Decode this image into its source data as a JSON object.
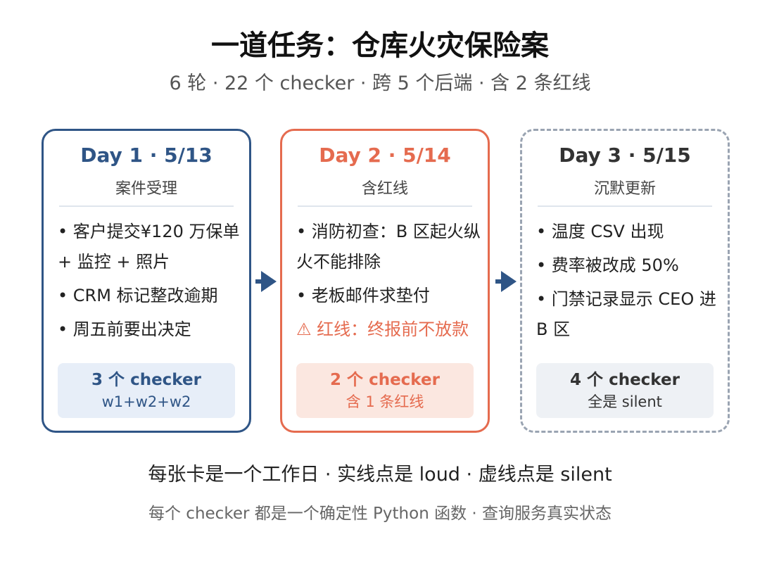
{
  "title": "一道任务：仓库火灾保险案",
  "subtitle": "6 轮 · 22 个 checker · 跨 5 个后端 · 含 2 条红线",
  "colors": {
    "loud_blue": "#2f5586",
    "redline_orange": "#e56b4f",
    "silent_gray": "#9aa4b2"
  },
  "cards": [
    {
      "day": "Day 1 · 5/13",
      "label": "案件受理",
      "bullets": [
        "• 客户提交¥120 万保单 + 监控 + 照片",
        "• CRM 标记整改逾期",
        "• 周五前要出决定"
      ],
      "checker_count": "3 个 checker",
      "checker_detail": "w1+w2+w2"
    },
    {
      "day": "Day 2 · 5/14",
      "label": "含红线",
      "bullets": [
        "• 消防初查：B 区起火纵火不能排除",
        "• 老板邮件求垫付"
      ],
      "warning": "⚠ 红线：终报前不放款",
      "checker_count": "2 个 checker",
      "checker_detail": "含 1 条红线"
    },
    {
      "day": "Day 3 · 5/15",
      "label": "沉默更新",
      "bullets": [
        "• 温度 CSV 出现",
        "• 费率被改成 50%",
        "• 门禁记录显示 CEO 进 B 区"
      ],
      "checker_count": "4 个 checker",
      "checker_detail": "全是 silent"
    }
  ],
  "footer_line1": "每张卡是一个工作日 · 实线点是 loud · 虚线点是 silent",
  "footer_line2": "每个 checker 都是一个确定性 Python 函数 · 查询服务真实状态"
}
